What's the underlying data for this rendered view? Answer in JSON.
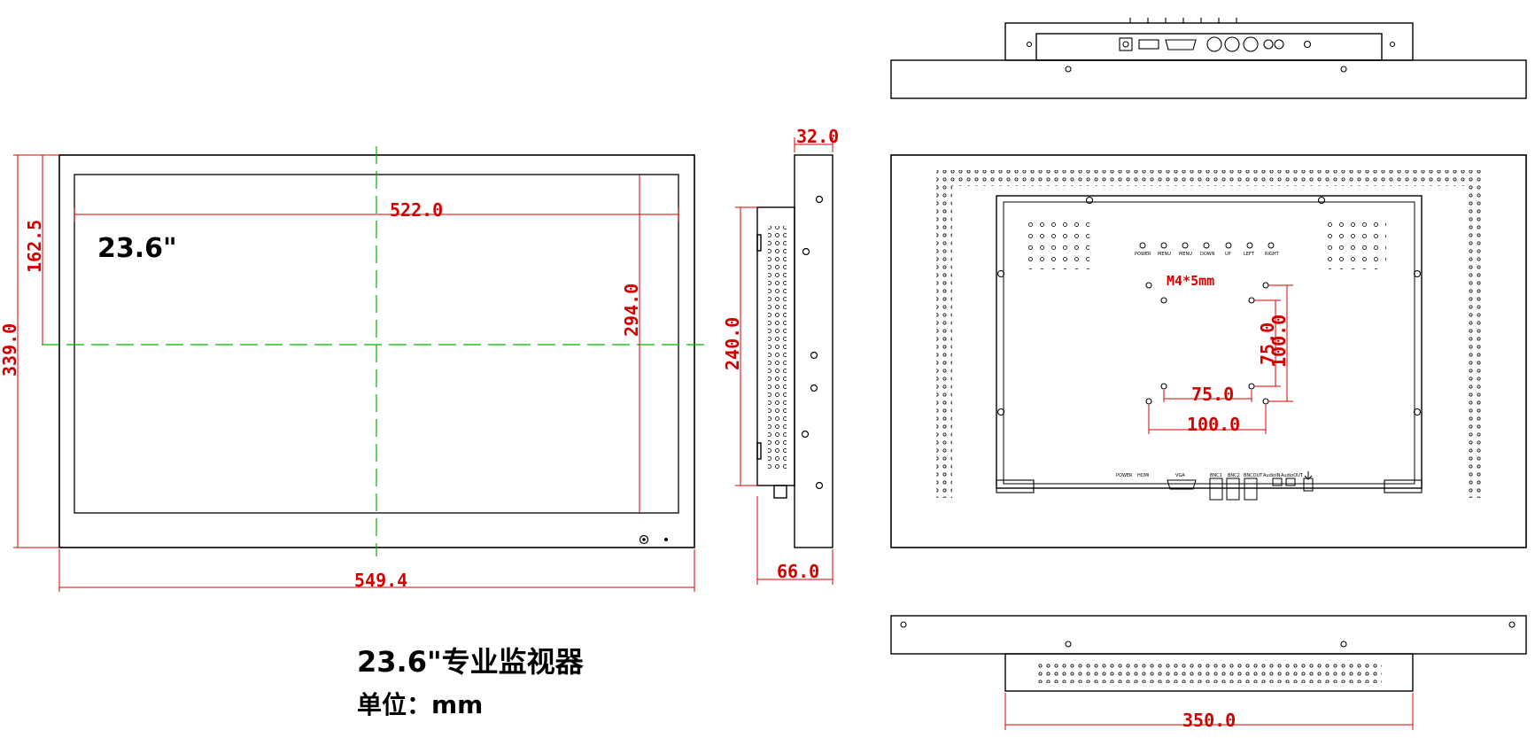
{
  "dimensions": {
    "front_active_width": "522.0",
    "front_overall_width": "549.4",
    "front_active_height": "294.0",
    "front_overall_height": "339.0",
    "front_center_height": "162.5",
    "side_depth_frame": "32.0",
    "side_depth_total": "66.0",
    "side_back_height": "240.0",
    "mount_inner_h": "75.0",
    "mount_outer_h": "100.0",
    "mount_inner_v": "75.0",
    "mount_outer_v": "100.0",
    "mount_screw": "M4*5mm",
    "bottom_back_width": "350.0"
  },
  "front_size_label": "23.6\"",
  "title": "23.6\"专业监视器",
  "unit_label": "单位：mm",
  "back_buttons": [
    "POWER",
    "MENU",
    "MENU",
    "DOWN",
    "UP",
    "LEFT",
    "RIGHT"
  ],
  "back_ports": [
    "POWER",
    "HDMI",
    "VGA",
    "BNC1",
    "BNC2",
    "BNCOUT",
    "AudioIN",
    "AudioOUT"
  ],
  "colors": {
    "dimension": "#d40000",
    "centerline": "#00b000",
    "outline": "#000000"
  }
}
